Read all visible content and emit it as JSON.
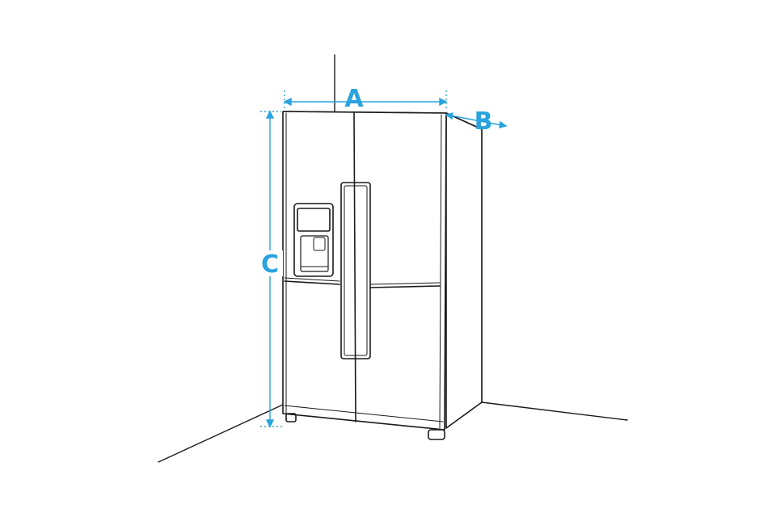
{
  "colors": {
    "line": "#1a1a1a",
    "accent": "#2aa3de",
    "background": "#ffffff"
  },
  "dimensions": {
    "width_label": "A",
    "depth_label": "B",
    "height_label": "C"
  },
  "icons": {
    "refrigerator": "french-door-refrigerator-icon",
    "dispenser": "water-ice-dispenser-icon"
  }
}
